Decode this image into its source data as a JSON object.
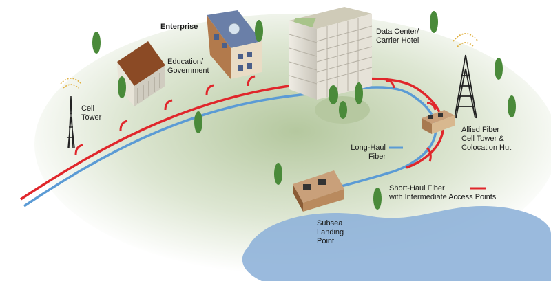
{
  "labels": {
    "cell_tower": "Cell\nTower",
    "education_government": "Education/\nGovernment",
    "enterprise": "Enterprise",
    "data_center": "Data Center/\nCarrier Hotel",
    "allied_hut": "Allied Fiber\nCell Tower &\nColocation Hut",
    "long_haul": "Long-Haul\nFiber",
    "short_haul": "Short-Haul Fiber\nwith Intermediate Access Points",
    "subsea": "Subsea\nLanding\nPoint"
  },
  "legend": {
    "long_haul_color": "#5b9bd5",
    "short_haul_color": "#e0262b"
  },
  "colors": {
    "short_haul_fiber": "#e0262b",
    "long_haul_fiber": "#5b9bd5",
    "ground": "#c9d7b8",
    "water": "#8fb3d9",
    "tree": "#4a8a3a",
    "building_gray": "#d9d6cc",
    "building_brown": "#b07a4a"
  }
}
